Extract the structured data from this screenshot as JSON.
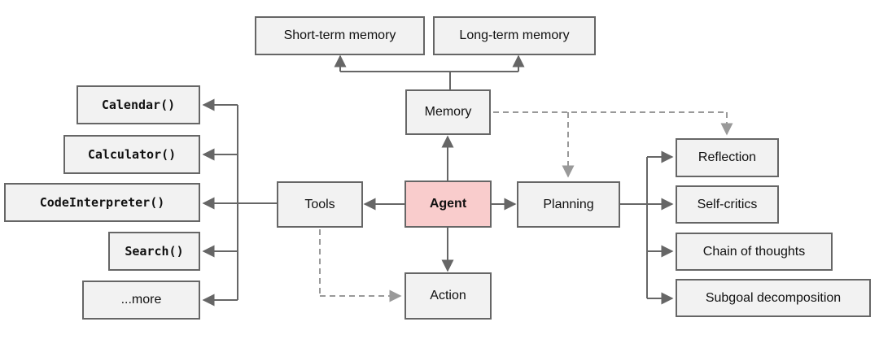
{
  "diagram": {
    "nodes": {
      "short_term_memory": {
        "label": "Short-term memory"
      },
      "long_term_memory": {
        "label": "Long-term memory"
      },
      "memory": {
        "label": "Memory"
      },
      "tools": {
        "label": "Tools"
      },
      "agent": {
        "label": "Agent"
      },
      "planning": {
        "label": "Planning"
      },
      "action": {
        "label": "Action"
      },
      "calendar": {
        "label": "Calendar()"
      },
      "calculator": {
        "label": "Calculator()"
      },
      "code_interpreter": {
        "label": "CodeInterpreter()"
      },
      "search": {
        "label": "Search()"
      },
      "more": {
        "label": "...more"
      },
      "reflection": {
        "label": "Reflection"
      },
      "self_critics": {
        "label": "Self-critics"
      },
      "chain_of_thoughts": {
        "label": "Chain of thoughts"
      },
      "subgoal_decomposition": {
        "label": "Subgoal decomposition"
      }
    },
    "edges": [
      {
        "from": "memory",
        "to": "short_term_memory",
        "style": "solid"
      },
      {
        "from": "memory",
        "to": "long_term_memory",
        "style": "solid"
      },
      {
        "from": "agent",
        "to": "memory",
        "style": "solid"
      },
      {
        "from": "agent",
        "to": "tools",
        "style": "solid"
      },
      {
        "from": "agent",
        "to": "planning",
        "style": "solid"
      },
      {
        "from": "agent",
        "to": "action",
        "style": "solid"
      },
      {
        "from": "tools",
        "to": "calendar",
        "style": "solid"
      },
      {
        "from": "tools",
        "to": "calculator",
        "style": "solid"
      },
      {
        "from": "tools",
        "to": "code_interpreter",
        "style": "solid"
      },
      {
        "from": "tools",
        "to": "search",
        "style": "solid"
      },
      {
        "from": "tools",
        "to": "more",
        "style": "solid"
      },
      {
        "from": "planning",
        "to": "reflection",
        "style": "solid"
      },
      {
        "from": "planning",
        "to": "self_critics",
        "style": "solid"
      },
      {
        "from": "planning",
        "to": "chain_of_thoughts",
        "style": "solid"
      },
      {
        "from": "planning",
        "to": "subgoal_decomposition",
        "style": "solid"
      },
      {
        "from": "memory",
        "to": "planning",
        "style": "dashed"
      },
      {
        "from": "memory",
        "to": "reflection",
        "style": "dashed"
      },
      {
        "from": "tools",
        "to": "action",
        "style": "dashed"
      }
    ],
    "colors": {
      "box_fill": "#f2f2f2",
      "box_border": "#666666",
      "agent_fill": "#f9cccc",
      "solid_line": "#666666",
      "dashed_line": "#999999",
      "text": "#111111",
      "background": "#ffffff"
    }
  }
}
